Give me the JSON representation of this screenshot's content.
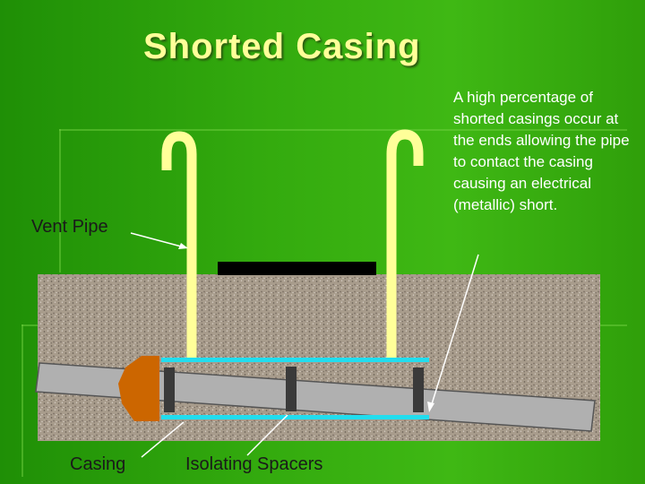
{
  "slide": {
    "title": "Shorted Casing",
    "note": "A high percentage of shorted casings occur at the ends allowing the pipe to contact the casing causing an electrical (metallic) short."
  },
  "labels": {
    "vent_pipe": "Vent Pipe",
    "casing": "Casing",
    "isolating_spacers": "Isolating Spacers"
  },
  "colors": {
    "background": "#2f9f0a",
    "title": "#ffff99",
    "vent_pipe": "#ffff99",
    "casing": "#22ddee",
    "carrier_pipe": "#b0b0b0",
    "casing_seal": "#cc6600",
    "spacer": "#3a3a3a",
    "soil": "#a89c8c",
    "road": "#000000"
  }
}
